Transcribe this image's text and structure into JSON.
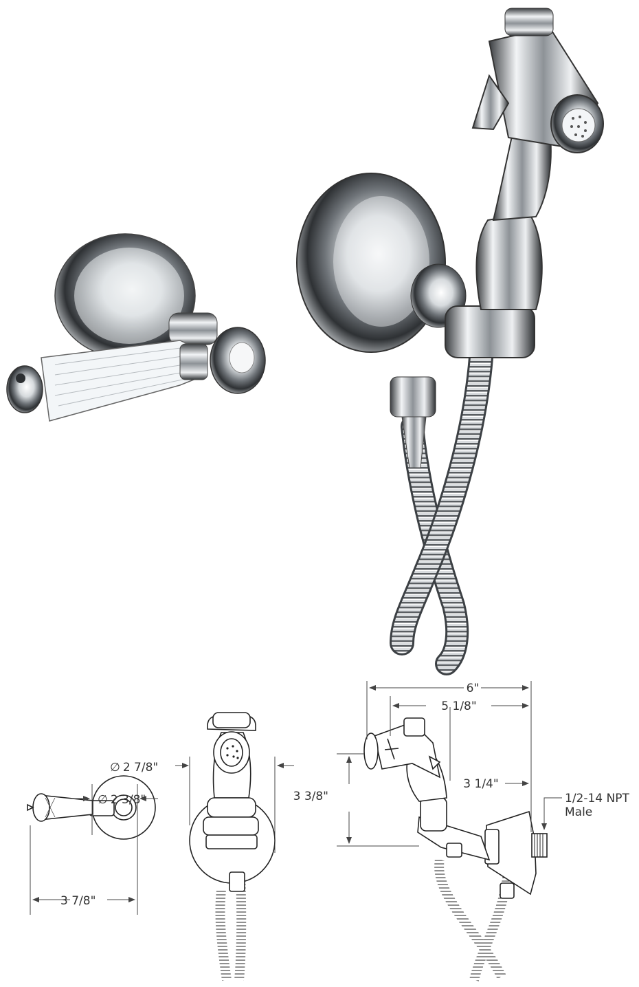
{
  "dimensions": {
    "overall_width": "6\"",
    "spray_to_wall": "5 1/8\"",
    "outlet_width": "3 1/4\"",
    "height": "3 3/8\"",
    "flange_diameter_large": "2 7/8\"",
    "flange_diameter_small": "2 3/8\"",
    "handle_projection": "3 7/8\"",
    "connection_line1": "1/2-14 NPT",
    "connection_line2": "Male"
  },
  "symbols": {
    "diameter": "∅"
  },
  "colors": {
    "chrome_dark": "#3a3a3a",
    "chrome_mid": "#9aa0a6",
    "chrome_light": "#f4f6f8",
    "line": "#222222"
  }
}
